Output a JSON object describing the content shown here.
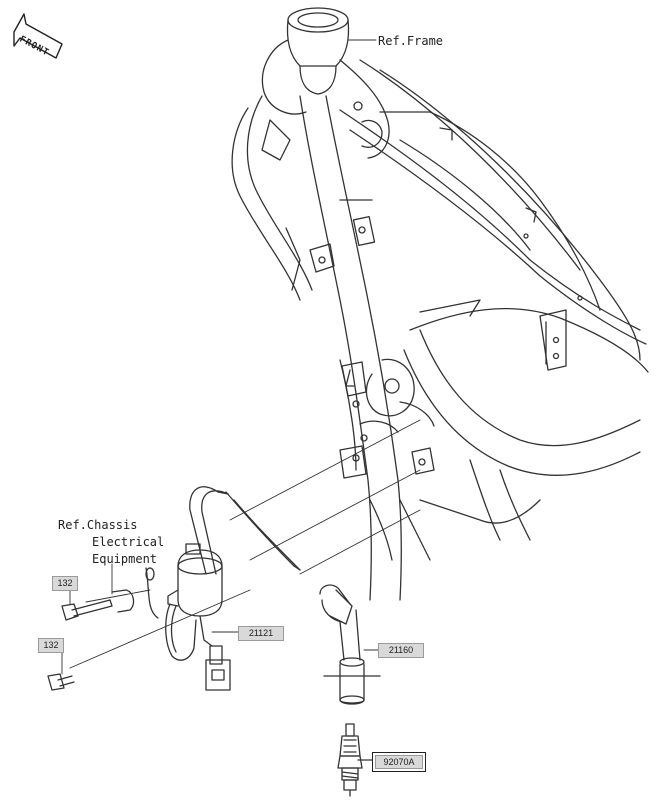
{
  "labels": {
    "front": "FRONT",
    "ref_frame": "Ref.Frame",
    "ref_chassis_1": "Ref.Chassis",
    "ref_chassis_2": "Electrical",
    "ref_chassis_3": "Equipment"
  },
  "parts": {
    "bolt_upper": "132",
    "bolt_lower": "132",
    "ignition_coil": "21121",
    "plug_cap": "21160",
    "spark_plug": "92070A"
  },
  "colors": {
    "line": "#333333",
    "tag_fill": "#d9d9d9"
  }
}
